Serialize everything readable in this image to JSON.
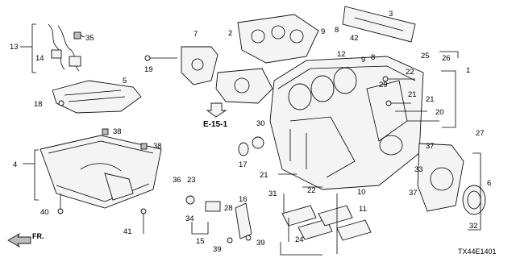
{
  "diagram": {
    "diagram_code": "TX44E1401",
    "reference": "E-15-1",
    "front_label": "FR.",
    "callouts": {
      "c1": "1",
      "c2": "2",
      "c3": "3",
      "c4": "4",
      "c5": "5",
      "c6": "6",
      "c7": "7",
      "c8a": "8",
      "c8b": "8",
      "c9a": "9",
      "c9b": "9",
      "c10": "10",
      "c11": "11",
      "c12": "12",
      "c13": "13",
      "c14": "14",
      "c15": "15",
      "c16": "16",
      "c17": "17",
      "c18": "18",
      "c19": "19",
      "c20": "20",
      "c21a": "21",
      "c21b": "21",
      "c21c": "21",
      "c22a": "22",
      "c22b": "22",
      "c23": "23",
      "c24": "24",
      "c25": "25",
      "c26": "26",
      "c27": "27",
      "c28": "28",
      "c29": "29",
      "c30": "30",
      "c31": "31",
      "c32": "32",
      "c33": "33",
      "c34": "34",
      "c35": "35",
      "c36": "36",
      "c37a": "37",
      "c37b": "37",
      "c38a": "38",
      "c38b": "38",
      "c39a": "39",
      "c39b": "39",
      "c40": "40",
      "c41": "41",
      "c42": "42"
    }
  }
}
